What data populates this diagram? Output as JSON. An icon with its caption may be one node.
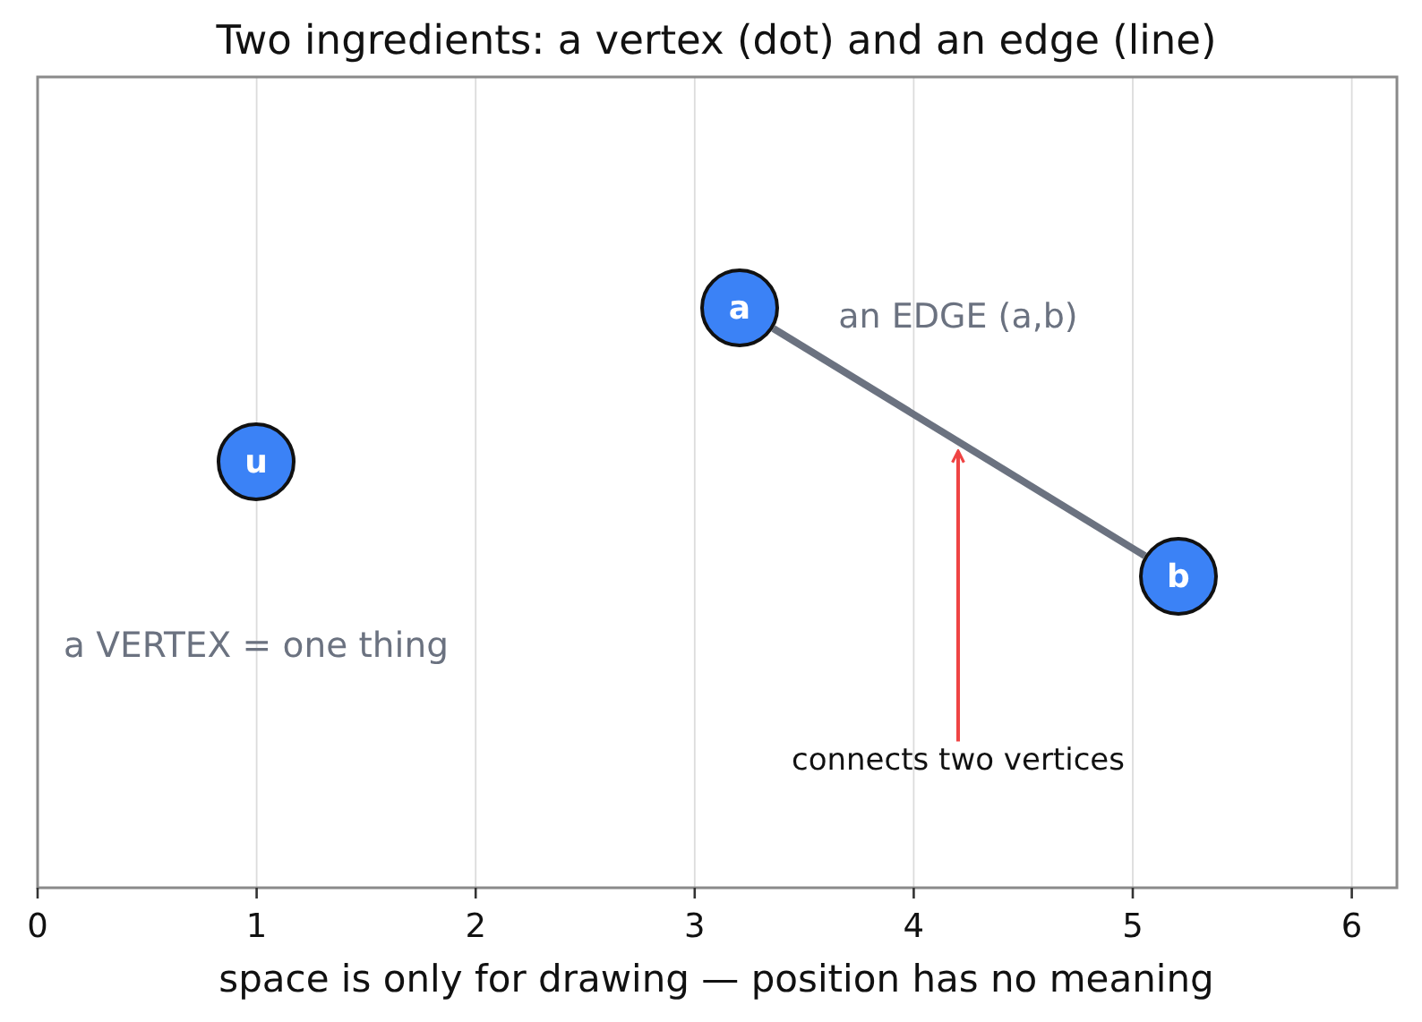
{
  "diagram": {
    "title": "Two ingredients: a vertex (dot) and an edge (line)",
    "nodes": [
      {
        "text": [
          "u"
        ]
      },
      {
        "text": [
          "a"
        ]
      },
      {
        "text": [
          "b"
        ]
      },
      {
        "text": [
          "connects two vertices"
        ]
      }
    ],
    "edges": [
      {
        "from": 1,
        "to": 2,
        "arrow": "none",
        "style": "thick"
      },
      {
        "from": 3,
        "to": null,
        "arrow": "to",
        "color": "#ef4444"
      }
    ],
    "labels": [
      "an EDGE (a,b)",
      "a VERTEX = one thing",
      "0",
      "1",
      "2",
      "3",
      "4",
      "5",
      "6",
      "space is only for drawing — position has no meaning"
    ]
  }
}
